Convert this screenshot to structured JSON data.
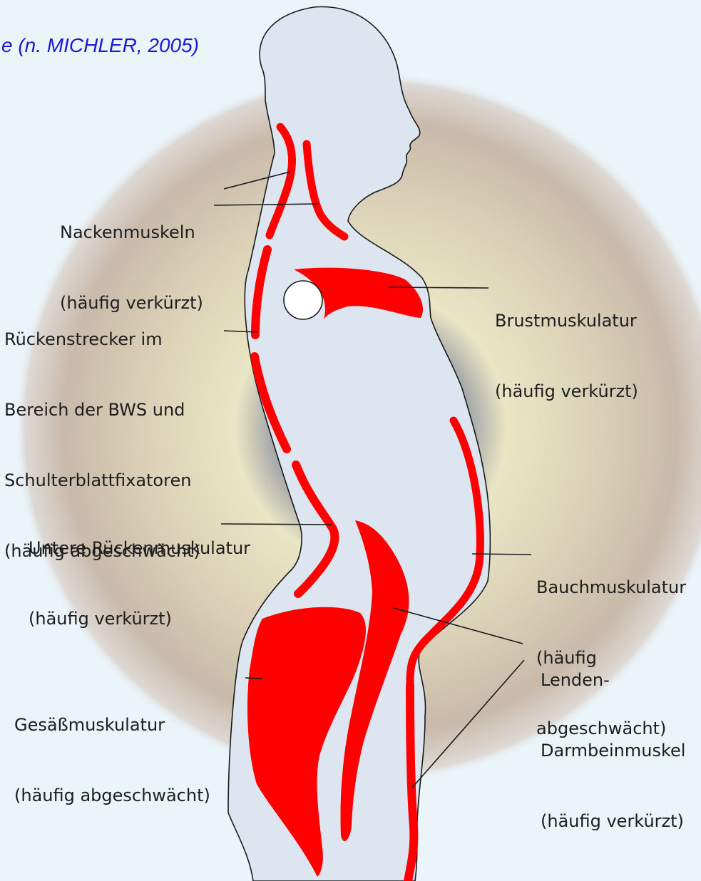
{
  "title": "e (n. MICHLER, 2005)",
  "labels": {
    "nacken": {
      "line1": "Nackenmuskeln",
      "line2": "(häufig verkürzt)"
    },
    "ruecken": {
      "line1": "Rückenstrecker im",
      "line2": "Bereich der BWS und",
      "line3": "Schulterblattfixatoren",
      "line4": "(häufig abgeschwächt)"
    },
    "brust": {
      "line1": "Brustmuskulatur",
      "line2": "(häufig verkürzt)"
    },
    "unten": {
      "line1": "Untere Rückenmuskulatur",
      "line2": "(häufig verkürzt)"
    },
    "bauch": {
      "line1": "Bauchmuskulatur",
      "line2": "(häufig",
      "line3": "abgeschwächt)"
    },
    "lenden": {
      "line1": "Lenden-",
      "line2": "Darmbeinmuskel",
      "line3": "(häufig verkürzt)"
    },
    "gesaess": {
      "line1": "Gesäßmuskulatur",
      "line2": "(häufig abgeschwächt)"
    }
  },
  "colors": {
    "background": "#eaf4f9",
    "muscle": "#ff0000",
    "body_fill": "#dde6f0",
    "outline": "#1a1a1a",
    "title": "#1a1ad6",
    "halo": "#c9b8a8",
    "center": "#8c8f9c"
  }
}
